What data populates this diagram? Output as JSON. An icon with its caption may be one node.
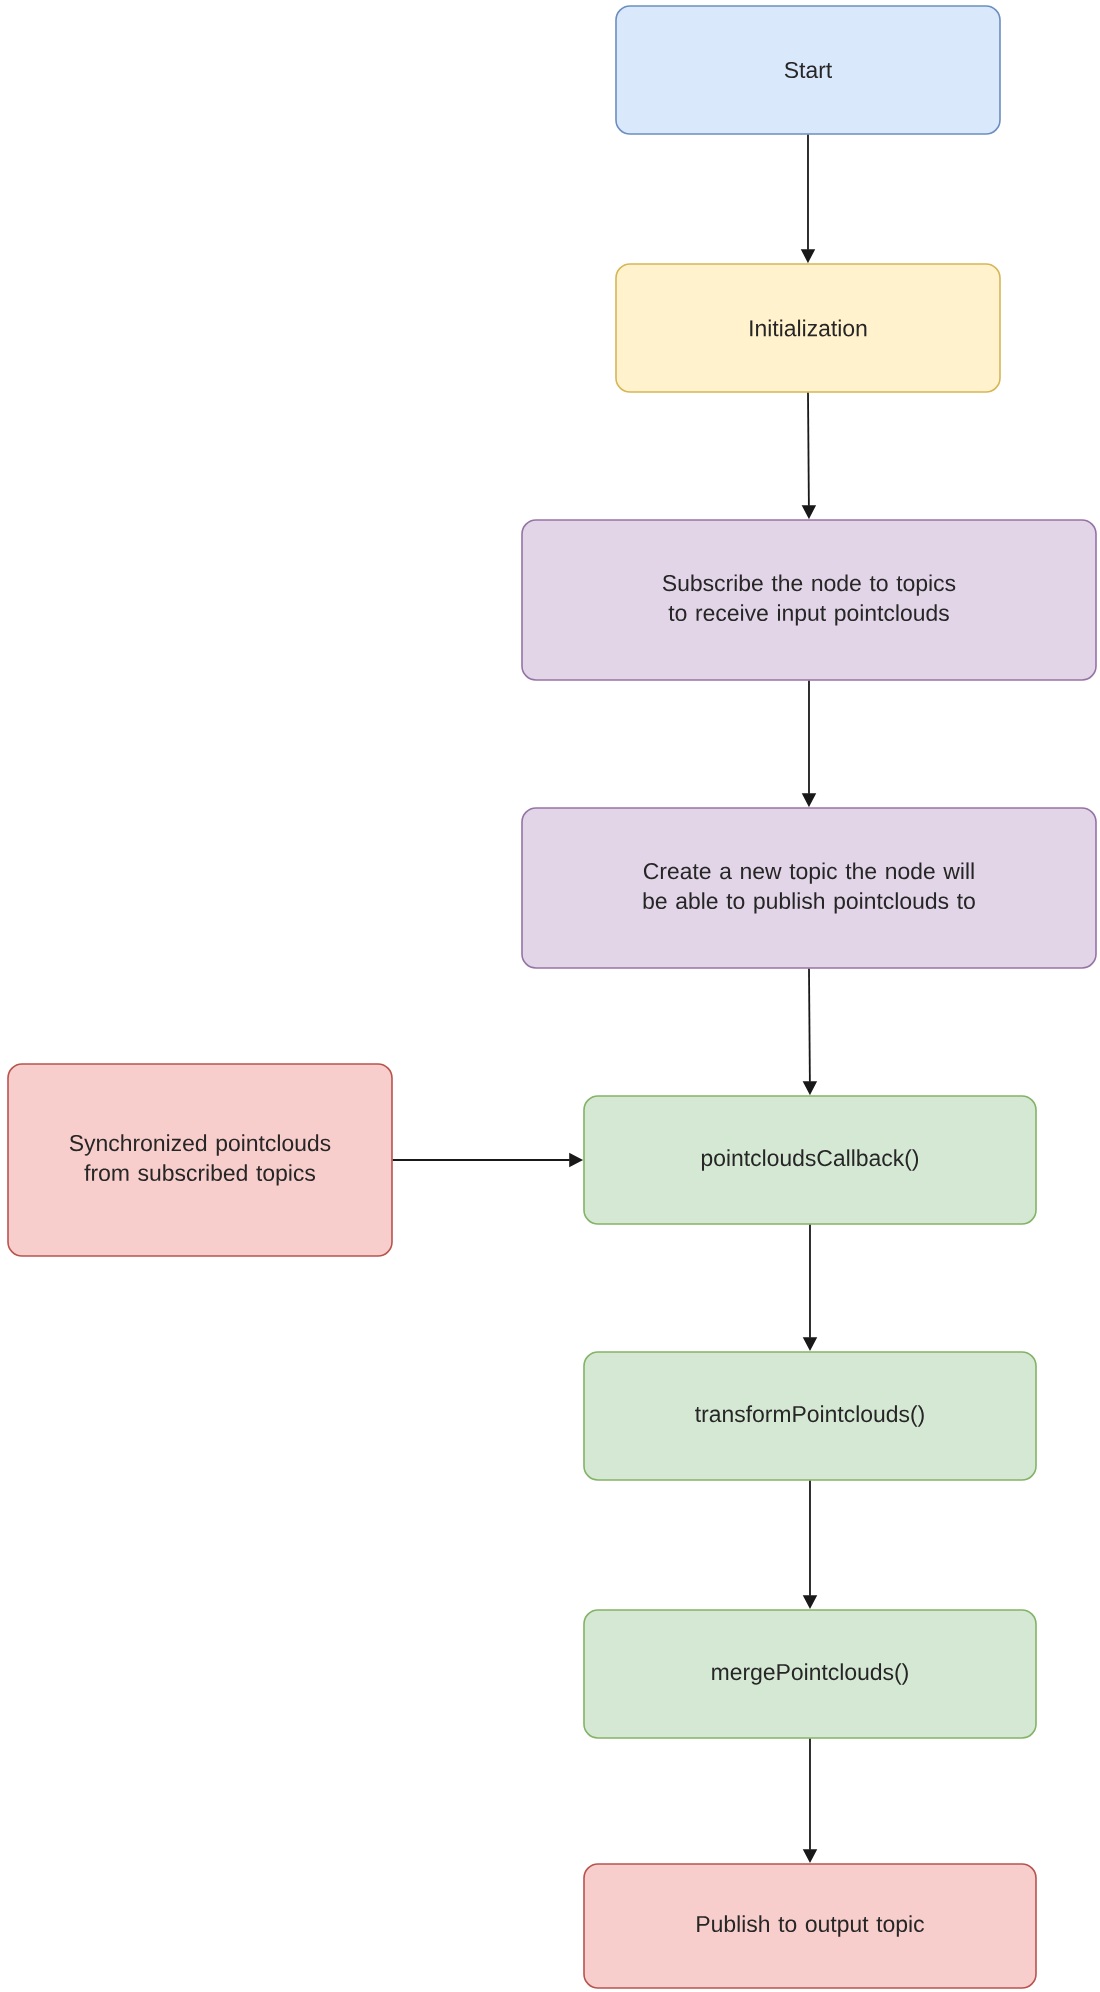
{
  "diagram": {
    "nodes": [
      {
        "text": [
          "Start"
        ]
      },
      {
        "text": [
          "Initialization"
        ]
      },
      {
        "text": [
          "Subscribe the node to topics to receive input pointclouds"
        ]
      },
      {
        "text": [
          "Create a new topic the node will be able to publish pointclouds to"
        ]
      },
      {
        "text": [
          "Synchronized pointclouds from subscribed topics"
        ]
      },
      {
        "text": [
          "pointcloudsCallback()"
        ]
      },
      {
        "text": [
          "transformPointclouds()"
        ]
      },
      {
        "text": [
          "mergePointclouds()"
        ]
      },
      {
        "text": [
          "Publish to output topic"
        ]
      }
    ],
    "edges": [
      {
        "from": 0,
        "to": 1,
        "arrow": "to"
      },
      {
        "from": 1,
        "to": 2,
        "arrow": "to"
      },
      {
        "from": 2,
        "to": 3,
        "arrow": "to"
      },
      {
        "from": 3,
        "to": 5,
        "arrow": "to"
      },
      {
        "from": 4,
        "to": 5,
        "arrow": "to"
      },
      {
        "from": 5,
        "to": 6,
        "arrow": "to"
      },
      {
        "from": 6,
        "to": 7,
        "arrow": "to"
      },
      {
        "from": 7,
        "to": 8,
        "arrow": "to"
      }
    ]
  }
}
